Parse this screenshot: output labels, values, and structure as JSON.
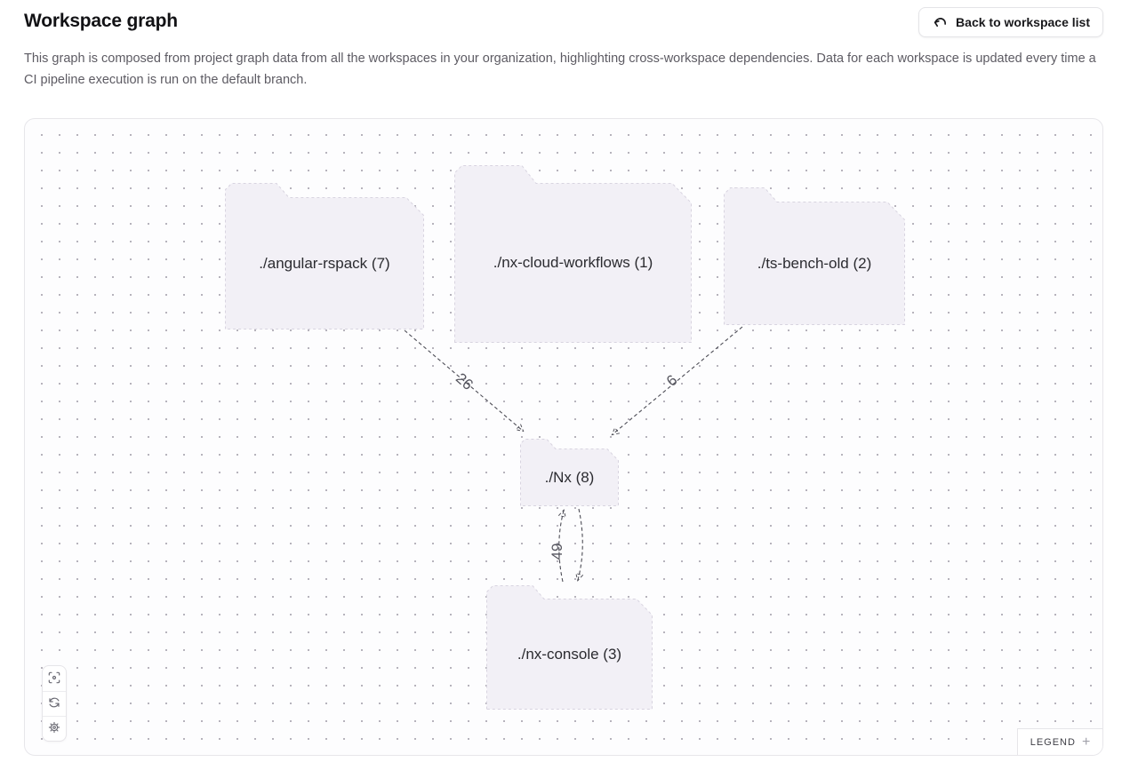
{
  "header": {
    "title": "Workspace graph",
    "description": "This graph is composed from project graph data from all the workspaces in your organization, highlighting cross-workspace dependencies. Data for each workspace is updated every time a CI pipeline execution is run on the default branch.",
    "back_button_label": "Back to workspace list",
    "back_button_icon": "arrow-back-icon"
  },
  "graph": {
    "nodes": [
      {
        "id": "angular-rspack",
        "label": "./angular-rspack (7)"
      },
      {
        "id": "nx-cloud-workflows",
        "label": "./nx-cloud-workflows (1)"
      },
      {
        "id": "ts-bench-old",
        "label": "./ts-bench-old (2)"
      },
      {
        "id": "nx",
        "label": "./Nx (8)"
      },
      {
        "id": "nx-console",
        "label": "./nx-console (3)"
      }
    ],
    "edges": [
      {
        "from": "./angular-rspack",
        "to": "./Nx",
        "label": "26",
        "direction": "one-way"
      },
      {
        "from": "./ts-bench-old",
        "to": "./Nx",
        "label": "6",
        "direction": "one-way"
      },
      {
        "from": "./Nx",
        "to": "./nx-console",
        "label": "49",
        "direction": "two-way"
      }
    ],
    "controls": [
      "center-view",
      "refresh",
      "settings"
    ],
    "legend": {
      "label": "LEGEND",
      "expand": "+"
    }
  },
  "colors": {
    "node_fill": "#f2f0f6",
    "node_border": "#d8d4e0",
    "edge_line": "#4d4d56",
    "canvas_border": "#e7e6ea",
    "dot_grid": "#b2afb8",
    "heading_text": "#121215",
    "muted_text": "#5d5b63"
  }
}
